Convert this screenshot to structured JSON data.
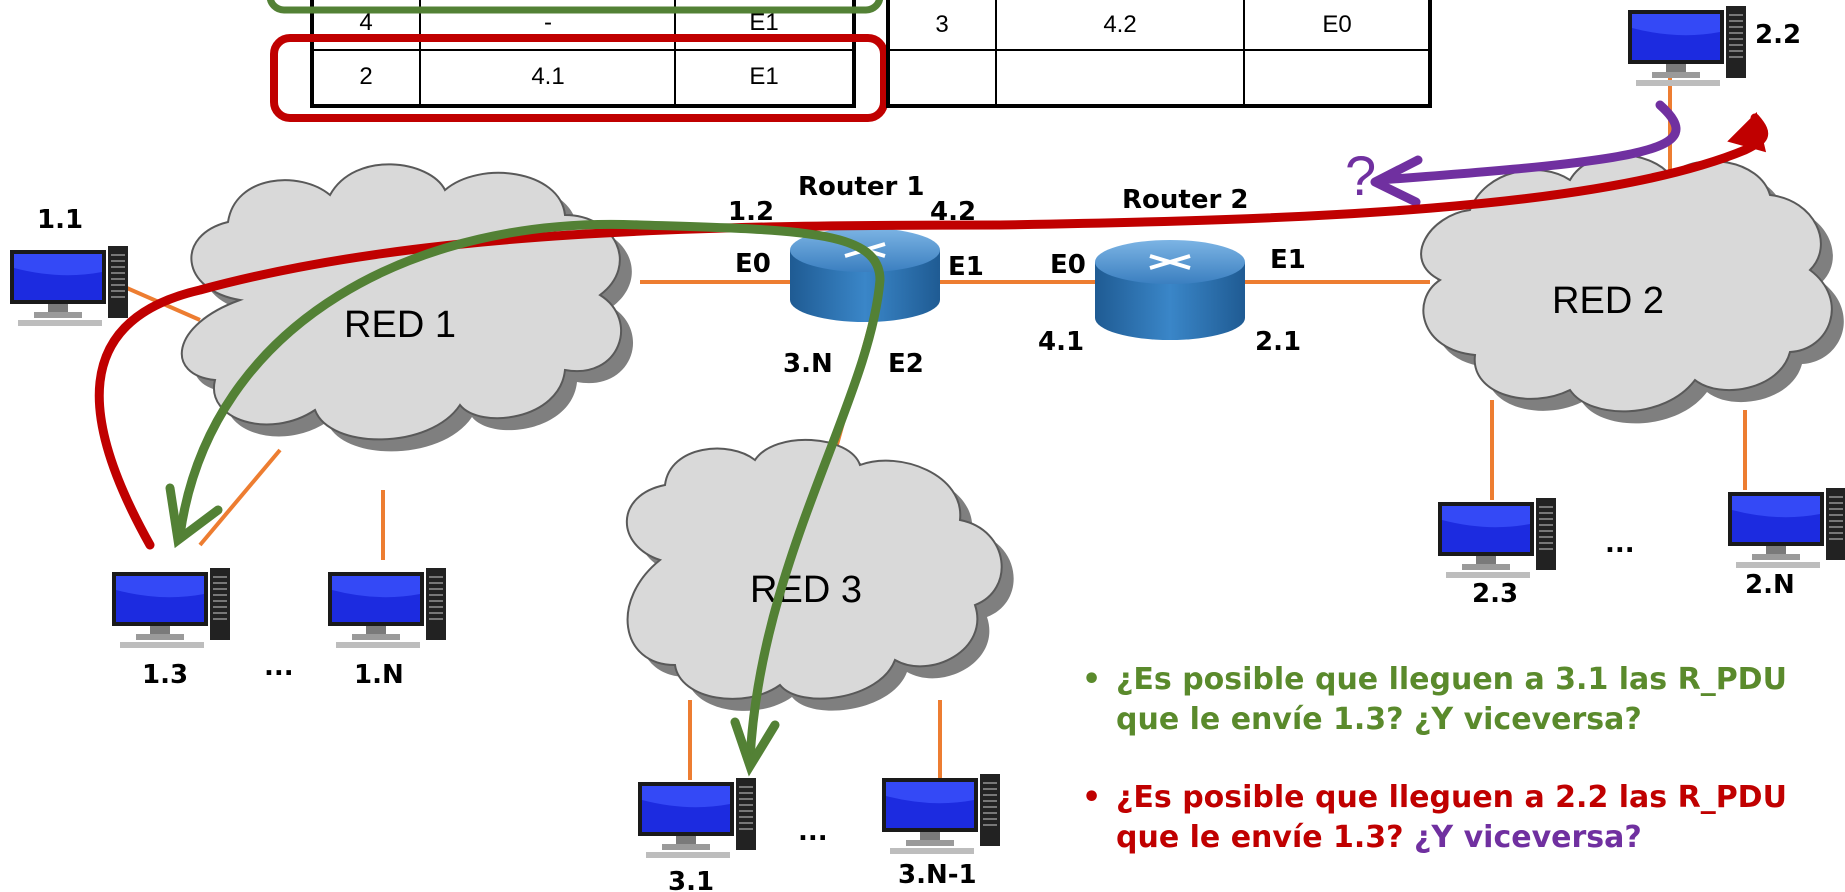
{
  "tables": {
    "router1_rows": [
      {
        "dest": "4",
        "next": "-",
        "iface": "E1"
      },
      {
        "dest": "2",
        "next": "4.1",
        "iface": "E1"
      }
    ],
    "router2_rows": [
      {
        "dest": "3",
        "next": "4.2",
        "iface": "E0"
      },
      {
        "dest": "",
        "next": "",
        "iface": ""
      }
    ]
  },
  "networks": {
    "red1": "RED 1",
    "red2": "RED 2",
    "red3": "RED 3"
  },
  "routers": {
    "router1": {
      "name": "Router 1",
      "addr_left": "1.2",
      "addr_right": "4.2",
      "if_left": "E0",
      "if_right": "E1",
      "if_bottom": "E2",
      "addr_bottom": "3.N"
    },
    "router2": {
      "name": "Router 2",
      "if_left": "E0",
      "if_right": "E1",
      "addr_left": "4.1",
      "addr_right": "2.1"
    }
  },
  "hosts": {
    "h11": "1.1",
    "h13": "1.3",
    "h1n": "1.N",
    "h1_dots": "...",
    "h22": "2.2",
    "h23": "2.3",
    "h2n": "2.N",
    "h2_dots": "...",
    "h31": "3.1",
    "h3n1": "3.N-1",
    "h3_dots": "..."
  },
  "question_mark": "?",
  "questions": {
    "q1_bullet": "•",
    "q1_line1": "¿Es posible que lleguen a 3.1  las  R_PDU",
    "q1_line2": "que le envíe 1.3? ¿Y viceversa?",
    "q2_bullet": "•",
    "q2_line1": "¿Es posible que lleguen a 2.2  las  R_PDU",
    "q2_line2_red": "que le envíe 1.3? ",
    "q2_line2_purple": "¿Y viceversa?"
  },
  "colors": {
    "green_path": "#538135",
    "red_path": "#c00000",
    "purple_path": "#7030a0",
    "link": "#ed7d31",
    "cloud": "#d9d9d9",
    "router": "#2e75b6"
  }
}
